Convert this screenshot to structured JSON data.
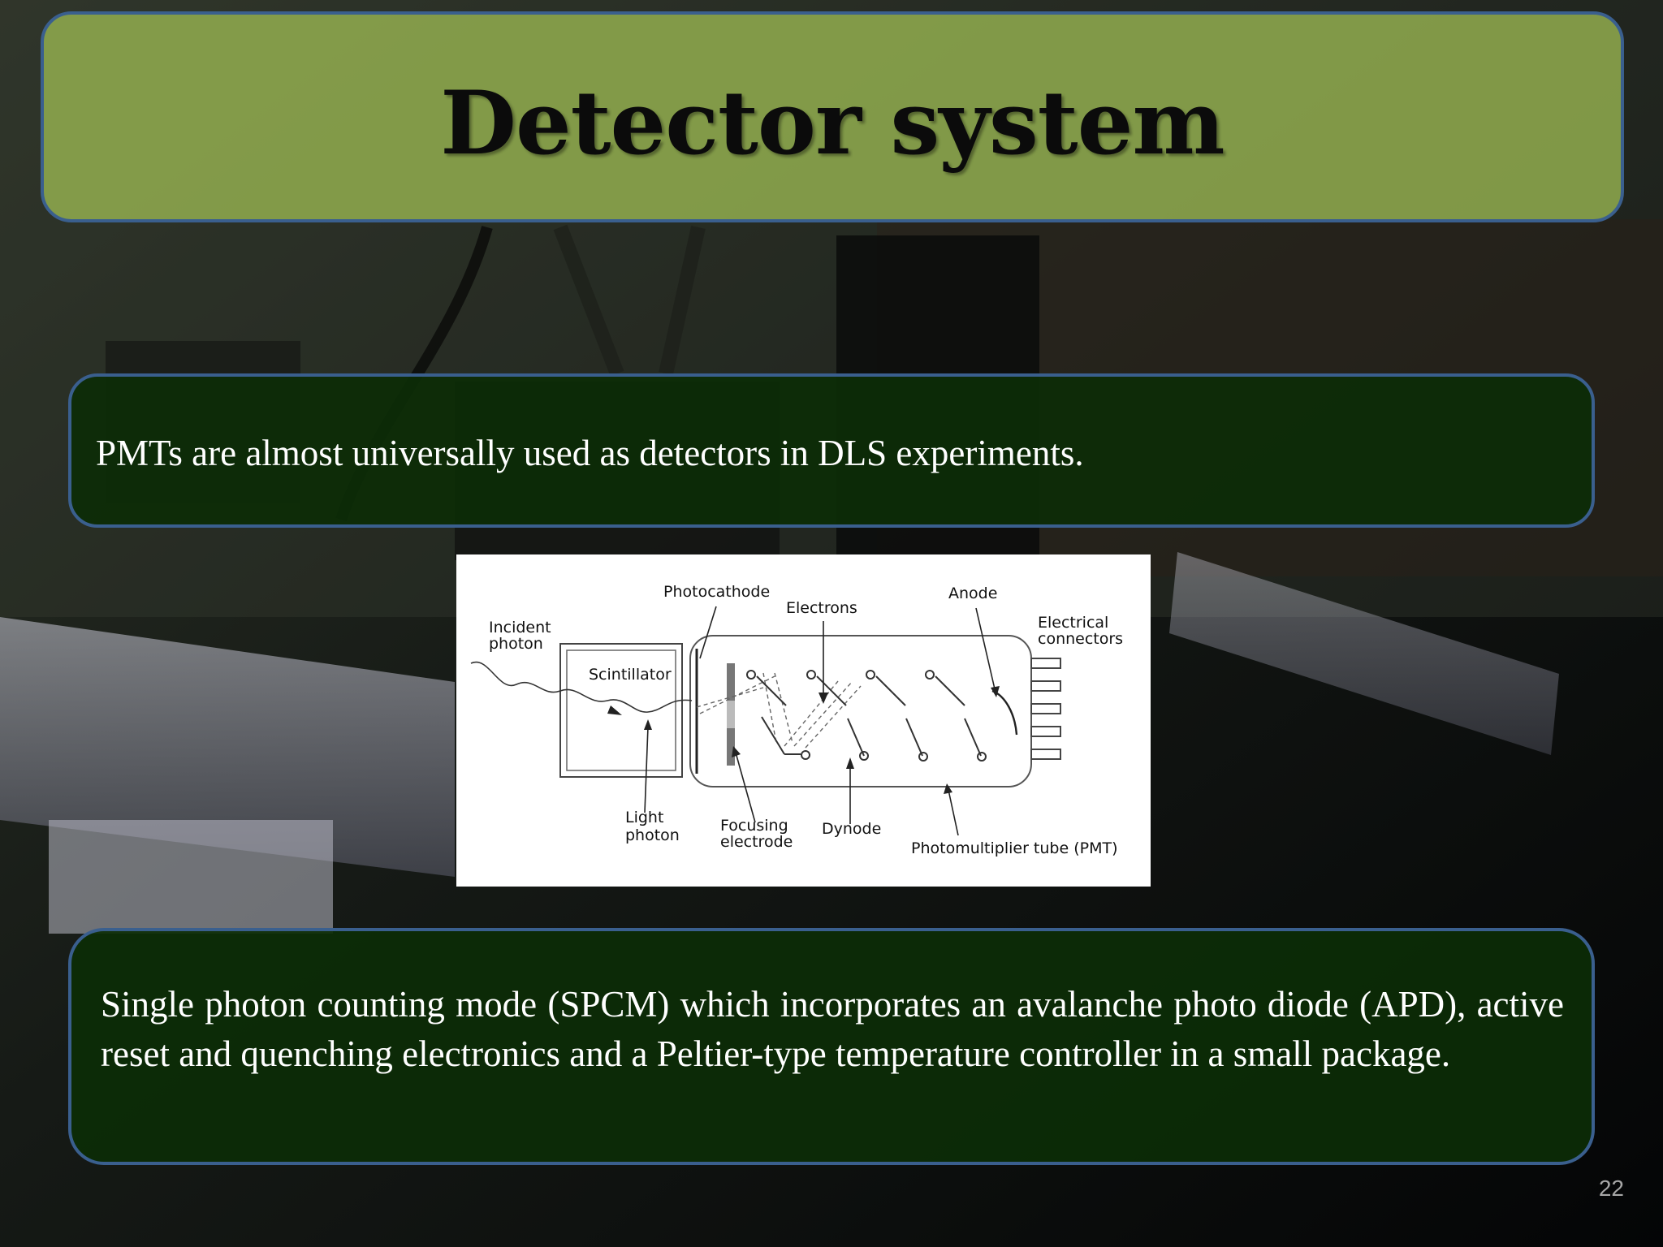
{
  "slide": {
    "title": "Detector system",
    "statement_1": "PMTs are almost universally used as detectors in DLS experiments.",
    "statement_2": "Single photon counting mode (SPCM) which incorporates an avalanche photo diode (APD), active reset and quenching electronics and a Peltier-type temperature controller in a small package.",
    "page_number": "22"
  },
  "diagram": {
    "labels": {
      "incident_photon_1": "Incident",
      "incident_photon_2": "photon",
      "scintillator": "Scintillator",
      "photocathode": "Photocathode",
      "electrons": "Electrons",
      "anode": "Anode",
      "electrical_connectors_1": "Electrical",
      "electrical_connectors_2": "connectors",
      "light_photon_1": "Light",
      "light_photon_2": "photon",
      "focusing_electrode_1": "Focusing",
      "focusing_electrode_2": "electrode",
      "dynode": "Dynode",
      "pmt": "Photomultiplier tube (PMT)"
    }
  },
  "colors": {
    "title_panel": "#96b250",
    "text_panel": "#0c2c06",
    "panel_border": "#3a5f8e",
    "text": "#ffffff"
  }
}
